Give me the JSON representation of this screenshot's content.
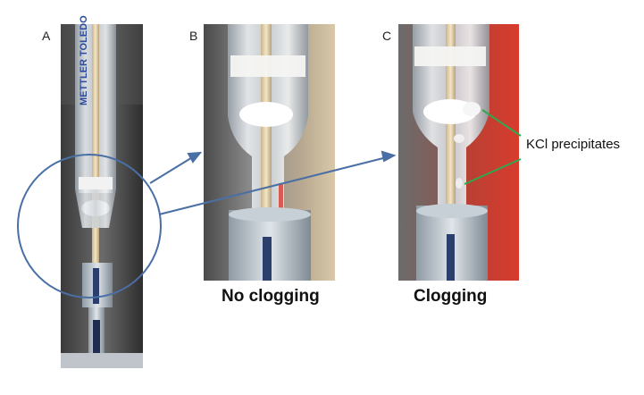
{
  "panels": {
    "a": {
      "letter": "A",
      "brand_text": "METTLER TOLEDO"
    },
    "b": {
      "letter": "B",
      "caption": "No clogging"
    },
    "c": {
      "letter": "C",
      "caption": "Clogging"
    }
  },
  "annotation": {
    "label": "KCl precipitates"
  },
  "colors": {
    "arrow_blue": "#4a6fa5",
    "circle_blue": "#4a6fa5",
    "annotation_green": "#2fa84f",
    "glass": "#d8dde2",
    "background_red": "#d83b2e"
  }
}
